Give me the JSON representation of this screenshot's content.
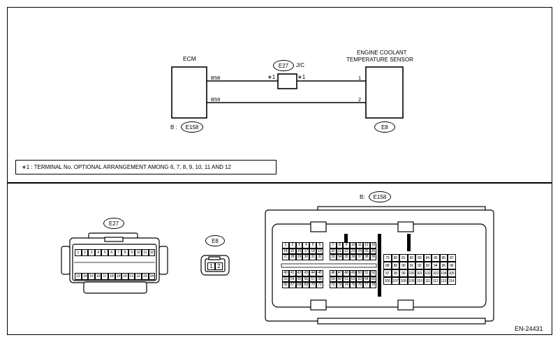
{
  "wiring": {
    "ecm_label": "ECM",
    "sensor_label_line1": "ENGINE COOLANT",
    "sensor_label_line2": "TEMPERATURE SENSOR",
    "junction_oval": "E27",
    "junction_label": "J/C",
    "star_left": "∗1",
    "star_right": "∗1",
    "wire_top_ecm_pin": "B58",
    "wire_bottom_ecm_pin": "B59",
    "wire_top_sensor_pin": "1",
    "wire_bottom_sensor_pin": "2",
    "ecm_connector_prefix": "B :",
    "ecm_connector_oval": "E158",
    "sensor_connector_oval": "E8"
  },
  "note": {
    "text": "∗1  : TERMINAL No. OPTIONAL ARRANGEMENT AMONG 6, 7, 8, 9, 10, 11 AND 12"
  },
  "connectors": {
    "e27_label": "E27",
    "e27_row1": [
      "1",
      "2",
      "3",
      "4",
      "5",
      "6",
      "7",
      "8",
      "9",
      "10",
      "11",
      "12"
    ],
    "e27_row2": [
      "13",
      "14",
      "15",
      "16",
      "17",
      "18",
      "19",
      "20",
      "21",
      "22",
      "23",
      "24"
    ],
    "e8_label": "E8",
    "e8_pins": [
      "1",
      "2"
    ],
    "e158_prefix": "B:",
    "e158_label": "E158",
    "e158_blockA": [
      [
        "1",
        "2",
        "3",
        "4",
        "5",
        "6"
      ],
      [
        "14",
        "15",
        "16",
        "17",
        "18",
        "19"
      ],
      [
        "27",
        "28",
        "29",
        "30",
        "31",
        "32"
      ]
    ],
    "e158_blockB": [
      [
        "7",
        "8",
        "9",
        "10",
        "11",
        "12",
        "13"
      ],
      [
        "20",
        "21",
        "22",
        "23",
        "24",
        "25",
        "26"
      ],
      [
        "33",
        "34",
        "35",
        "36",
        "37",
        "38",
        "39"
      ]
    ],
    "e158_blockC": [
      [
        "40",
        "41",
        "42",
        "43",
        "44",
        "45"
      ],
      [
        "53",
        "54",
        "55",
        "56",
        "57",
        "58"
      ],
      [
        "66",
        "67",
        "68",
        "69",
        "70",
        "71"
      ]
    ],
    "e158_blockD": [
      [
        "46",
        "47",
        "48",
        "49",
        "50",
        "51",
        "52"
      ],
      [
        "59",
        "60",
        "61",
        "62",
        "63",
        "64",
        "65"
      ],
      [
        "72",
        "73",
        "74",
        "75",
        "76",
        "77",
        "78"
      ]
    ],
    "e158_blockE": [
      [
        "79",
        "80",
        "81",
        "82",
        "83",
        "84",
        "85",
        "86",
        "87"
      ],
      [
        "88",
        "89",
        "90",
        "91",
        "92",
        "93",
        "94",
        "95",
        "96"
      ],
      [
        "97",
        "98",
        "99",
        "100",
        "101",
        "102",
        "103",
        "104",
        "105"
      ],
      [
        "106",
        "107",
        "108",
        "109",
        "110",
        "111",
        "112",
        "113",
        "114"
      ]
    ]
  },
  "footer": {
    "code": "EN-24431"
  }
}
